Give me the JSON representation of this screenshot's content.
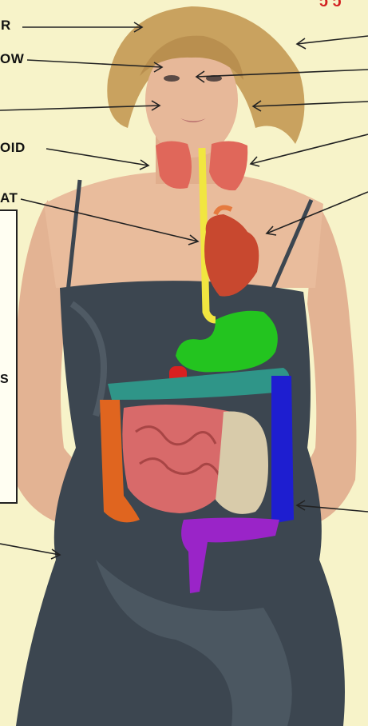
{
  "labels": {
    "hair": "R",
    "brow": "OW",
    "thyroid": "OID",
    "heart": "AT",
    "side_box_letter": "S"
  },
  "corner_mark": "ɔ ɔ",
  "colors": {
    "background": "#f7f3c9",
    "dress": "#3c4650",
    "skin": "#e3b393",
    "hair": "#c9a25f",
    "thyroid": "#e0675a",
    "esophagus": "#f1e640",
    "heart": "#c8482f",
    "stomach": "#23c41f",
    "transverse_colon": "#2f9588",
    "ascending_colon": "#e0651f",
    "descending_colon": "#1e1ed0",
    "small_intestine": "#d86a6a",
    "jejunum": "#d8cbaa",
    "rectum": "#9a24c8",
    "arrow": "#222222"
  }
}
